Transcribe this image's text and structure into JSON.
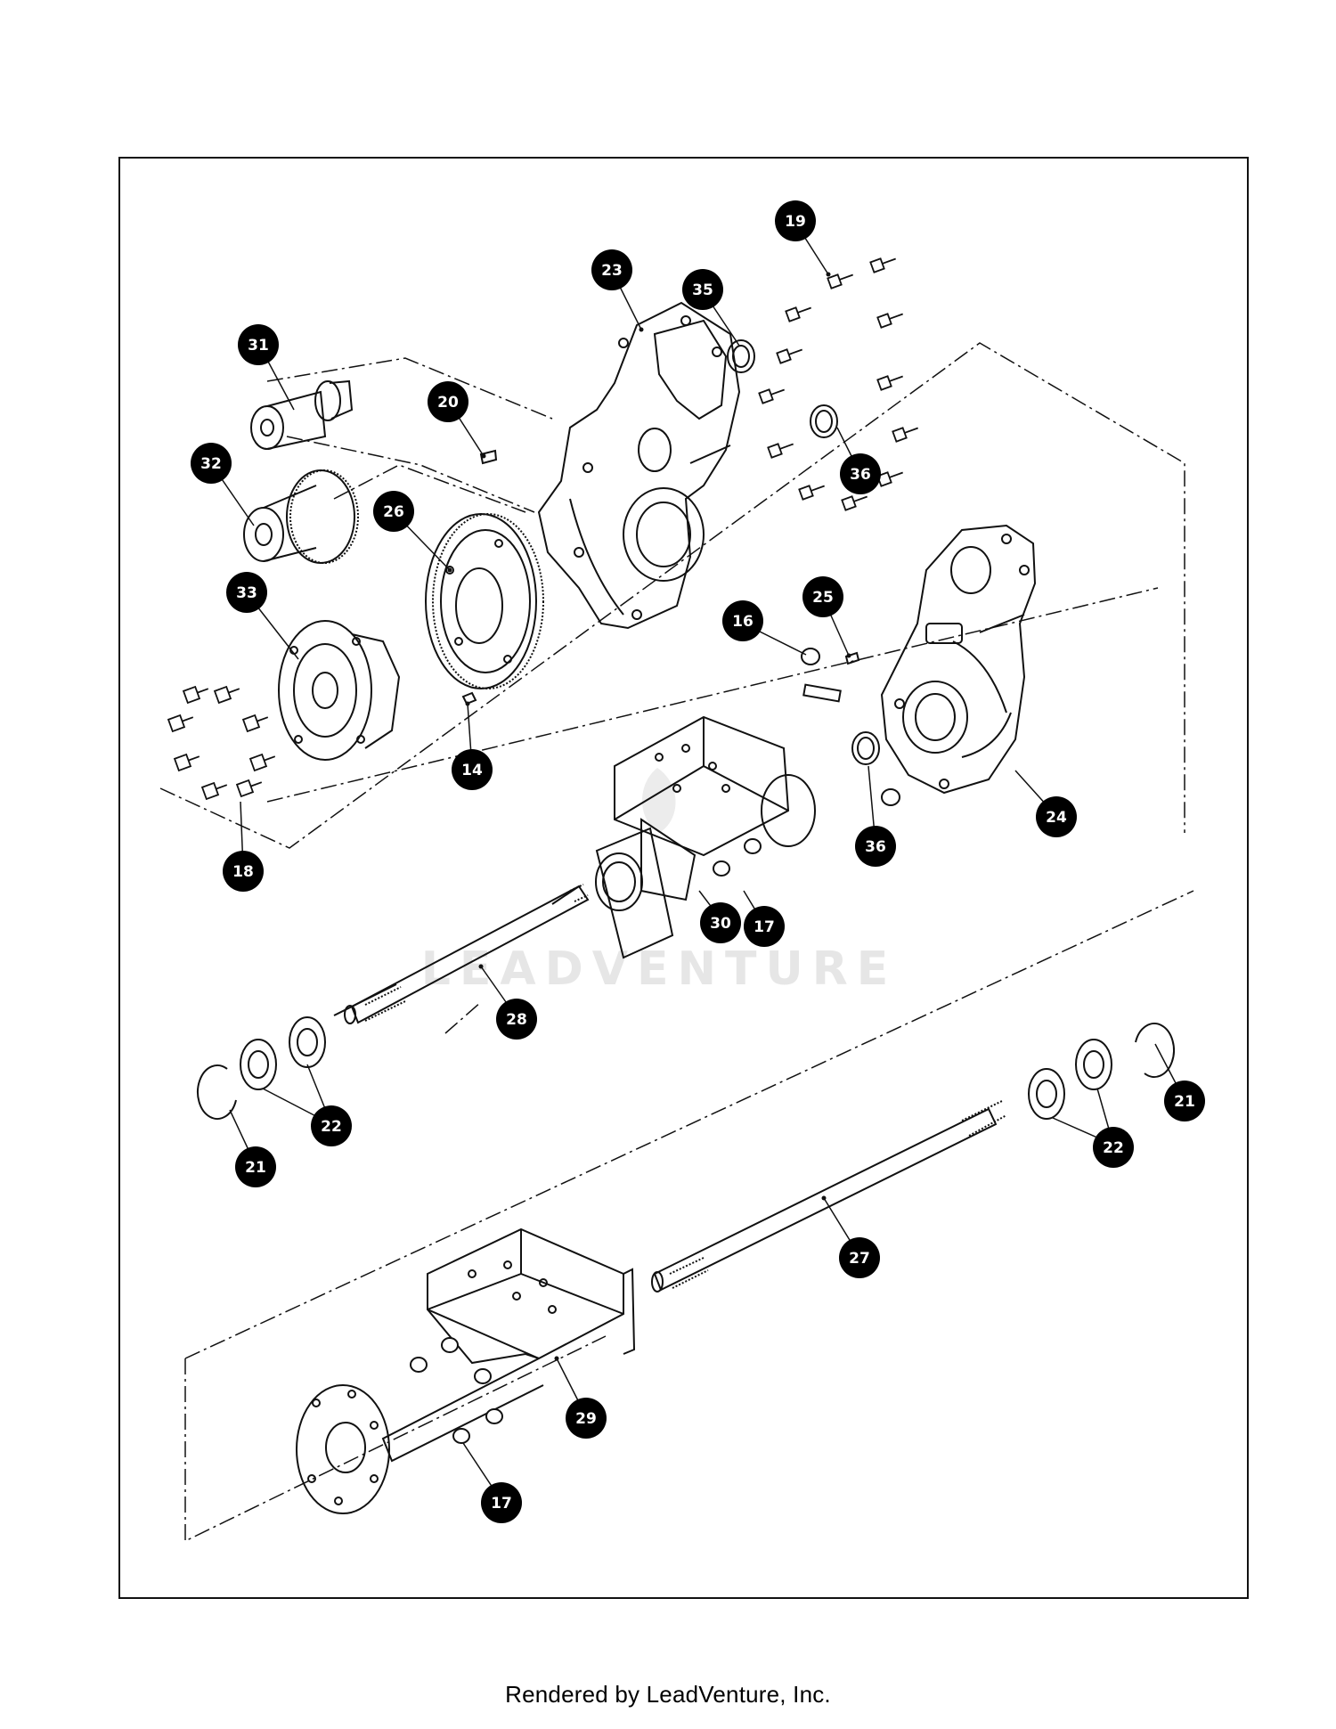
{
  "footer": {
    "credit": "Rendered by LeadVenture, Inc."
  },
  "watermark": {
    "text": "LEADVENTURE"
  },
  "colors": {
    "line": "#111111",
    "callout_fill": "#000000",
    "callout_text": "#ffffff",
    "watermark": "#e4e4e4"
  },
  "callouts": [
    {
      "id": "19",
      "label": "19"
    },
    {
      "id": "23",
      "label": "23"
    },
    {
      "id": "35",
      "label": "35"
    },
    {
      "id": "31",
      "label": "31"
    },
    {
      "id": "20",
      "label": "20"
    },
    {
      "id": "36a",
      "label": "36"
    },
    {
      "id": "32",
      "label": "32"
    },
    {
      "id": "26",
      "label": "26"
    },
    {
      "id": "25",
      "label": "25"
    },
    {
      "id": "16",
      "label": "16"
    },
    {
      "id": "33",
      "label": "33"
    },
    {
      "id": "14",
      "label": "14"
    },
    {
      "id": "24",
      "label": "24"
    },
    {
      "id": "36b",
      "label": "36"
    },
    {
      "id": "18",
      "label": "18"
    },
    {
      "id": "30",
      "label": "30"
    },
    {
      "id": "17a",
      "label": "17"
    },
    {
      "id": "28",
      "label": "28"
    },
    {
      "id": "22a",
      "label": "22"
    },
    {
      "id": "21a",
      "label": "21"
    },
    {
      "id": "21b",
      "label": "21"
    },
    {
      "id": "22b",
      "label": "22"
    },
    {
      "id": "27",
      "label": "27"
    },
    {
      "id": "29",
      "label": "29"
    },
    {
      "id": "17b",
      "label": "17"
    }
  ]
}
